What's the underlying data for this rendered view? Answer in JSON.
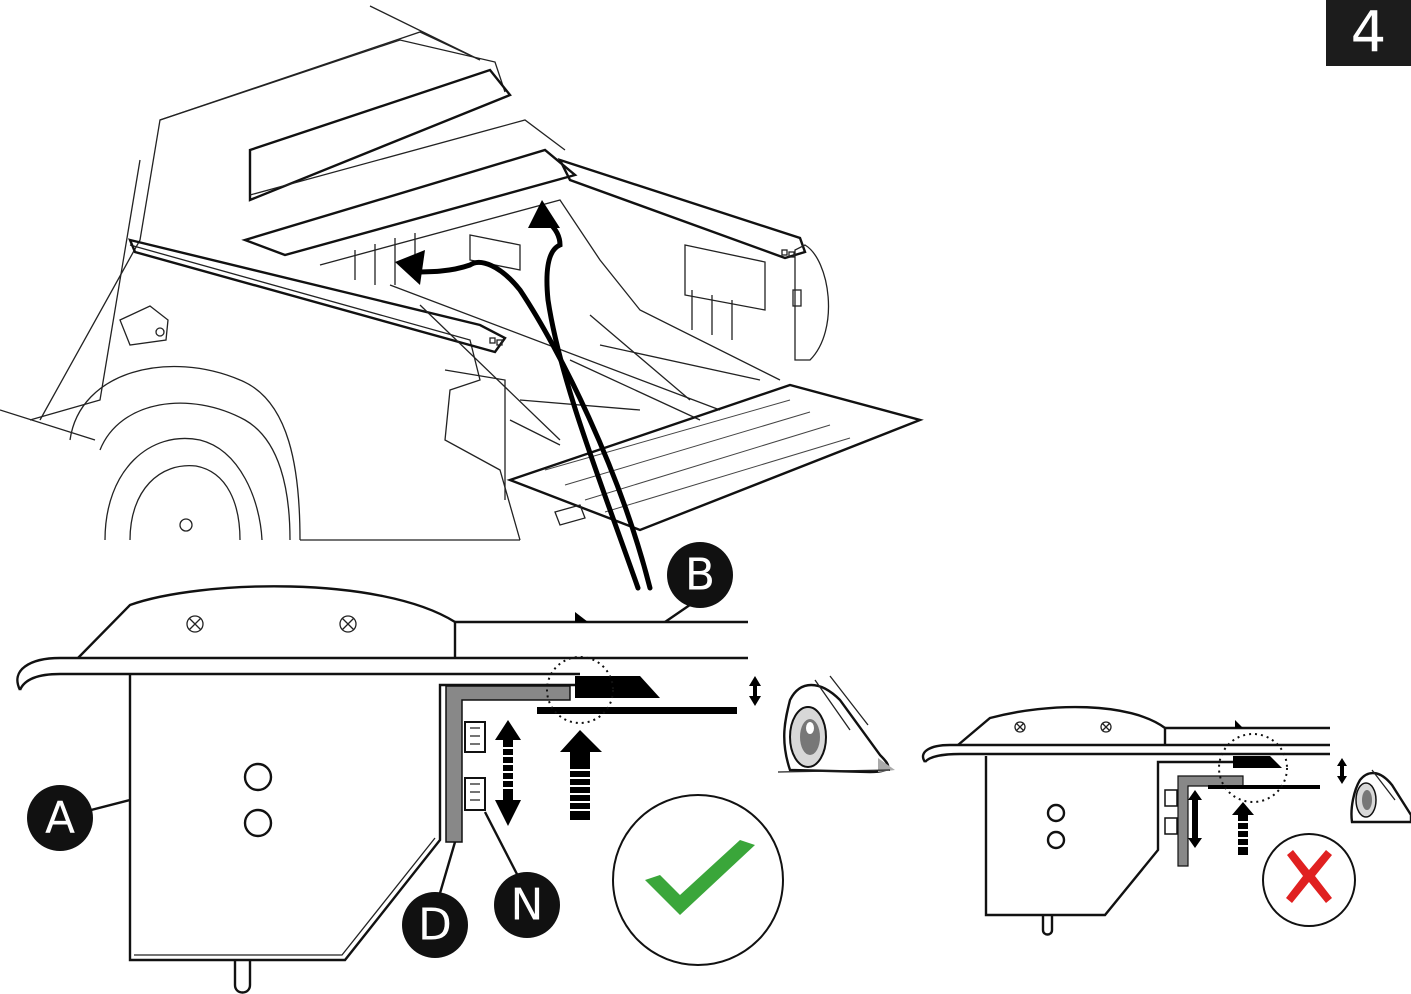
{
  "step": {
    "number": "4"
  },
  "labels": {
    "a": "A",
    "b": "B",
    "d": "D",
    "n": "N"
  },
  "colors": {
    "ok": "#3aa63a",
    "wrong": "#e02020",
    "badge": "#1c1c1c",
    "bracket": "#888888"
  },
  "icons": {
    "correct": "check-mark-icon",
    "incorrect": "cross-mark-icon",
    "eye": "eye-icon"
  }
}
